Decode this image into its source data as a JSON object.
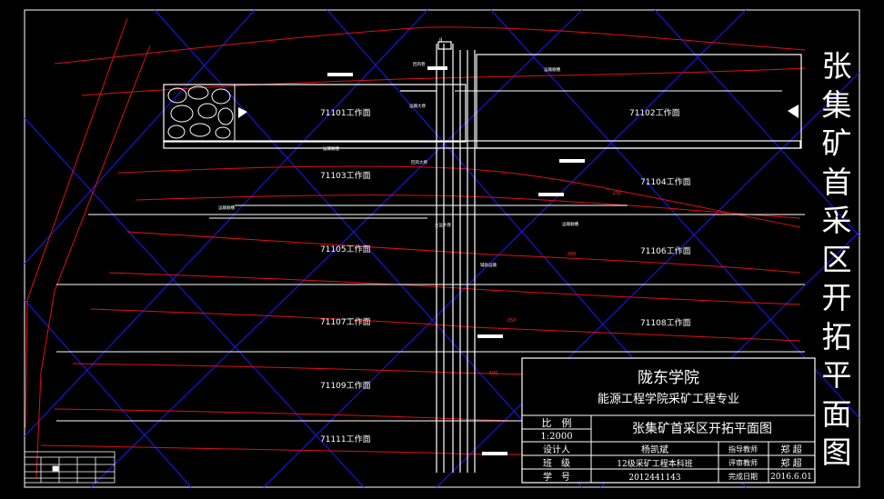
{
  "drawing": {
    "title_chars": [
      "张",
      "集",
      "矿",
      "首",
      "采",
      "区",
      "开",
      "拓",
      "平",
      "面",
      "图"
    ],
    "panels": [
      {
        "id": "71101",
        "label": "71101工作面"
      },
      {
        "id": "71102",
        "label": "71102工作面"
      },
      {
        "id": "71103",
        "label": "71103工作面"
      },
      {
        "id": "71104",
        "label": "71104工作面"
      },
      {
        "id": "71105",
        "label": "71105工作面"
      },
      {
        "id": "71106",
        "label": "71106工作面"
      },
      {
        "id": "71107",
        "label": "71107工作面"
      },
      {
        "id": "71108",
        "label": "71108工作面"
      },
      {
        "id": "71109",
        "label": "71109工作面"
      },
      {
        "id": "71111",
        "label": "71111工作面"
      }
    ],
    "shaft_label": "II",
    "contour_labels": [
      "-250",
      "-300",
      "-350",
      "-400"
    ],
    "colors": {
      "background": "#000000",
      "frame": "#ffffff",
      "grid": "#1a1aff",
      "contour": "#e01010",
      "road": "#ffffff",
      "goaf": "#ffffff"
    }
  },
  "title_block": {
    "school": "陇东学院",
    "department": "能源工程学院采矿工程专业",
    "scale_label": "比　例",
    "scale_value": "1:2000",
    "drawing_name": "张集矿首采区开拓平面图",
    "designer_label": "设计人",
    "designer": "杨凯斌",
    "class_label": "班　级",
    "class_value": "12级采矿工程本科班",
    "student_no_label": "学　号",
    "student_no": "2012441143",
    "advisor_label": "指导教师",
    "advisor": "郑 超",
    "reviewer_label": "评审教师",
    "reviewer": "郑 超",
    "date_label": "完成日期",
    "date": "2016.6.01"
  }
}
